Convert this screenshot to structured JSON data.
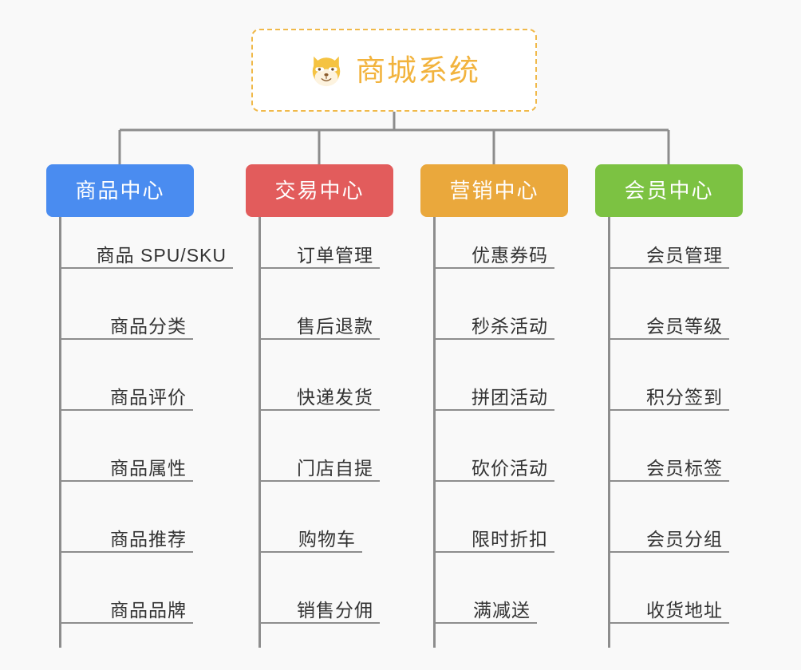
{
  "diagram": {
    "background_color": "#f9f9f9",
    "connector_color": "#8d8d8d",
    "root": {
      "icon": "shiba-dog-face-emoji",
      "title": "商城系统",
      "title_color": "#f2b33d",
      "border_color": "#f0b94a",
      "border_style": "dashed"
    },
    "categories": [
      {
        "label": "商品中心",
        "color": "#4a8cf0",
        "items": [
          "商品 SPU/SKU",
          "商品分类",
          "商品评价",
          "商品属性",
          "商品推荐",
          "商品品牌"
        ]
      },
      {
        "label": "交易中心",
        "color": "#e25c5c",
        "items": [
          "订单管理",
          "售后退款",
          "快递发货",
          "门店自提",
          "购物车",
          "销售分佣"
        ]
      },
      {
        "label": "营销中心",
        "color": "#eaa83c",
        "items": [
          "优惠券码",
          "秒杀活动",
          "拼团活动",
          "砍价活动",
          "限时折扣",
          "满减送"
        ]
      },
      {
        "label": "会员中心",
        "color": "#7cc242",
        "items": [
          "会员管理",
          "会员等级",
          "积分签到",
          "会员标签",
          "会员分组",
          "收货地址"
        ]
      }
    ]
  }
}
